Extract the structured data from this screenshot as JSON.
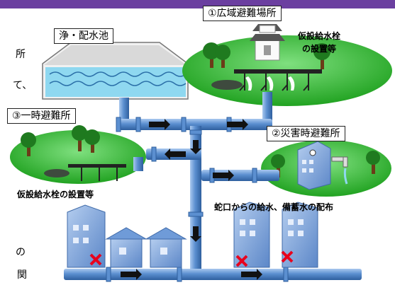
{
  "labels": {
    "reservoir": "浄・配水池",
    "wide_area": "①広域避難場所",
    "temporary": "③一時避難所",
    "disaster": "②災害時避難所"
  },
  "captions": {
    "wide_area_hydrant": "仮設給水栓\nの設置等",
    "temporary_hydrant": "仮設給水栓の設置等",
    "faucet": "蛇口からの給水、備蓄水の配布"
  },
  "edge_text": [
    "所",
    "て、",
    "の",
    "関"
  ],
  "colors": {
    "header": "#6b3fa0",
    "pipe": "#5b8fd0",
    "pipe_dark": "#2f5f9e",
    "grass": "#33b833",
    "water": "#8fd8f0",
    "building": "#7ea6da",
    "cross": "#e8001c"
  }
}
